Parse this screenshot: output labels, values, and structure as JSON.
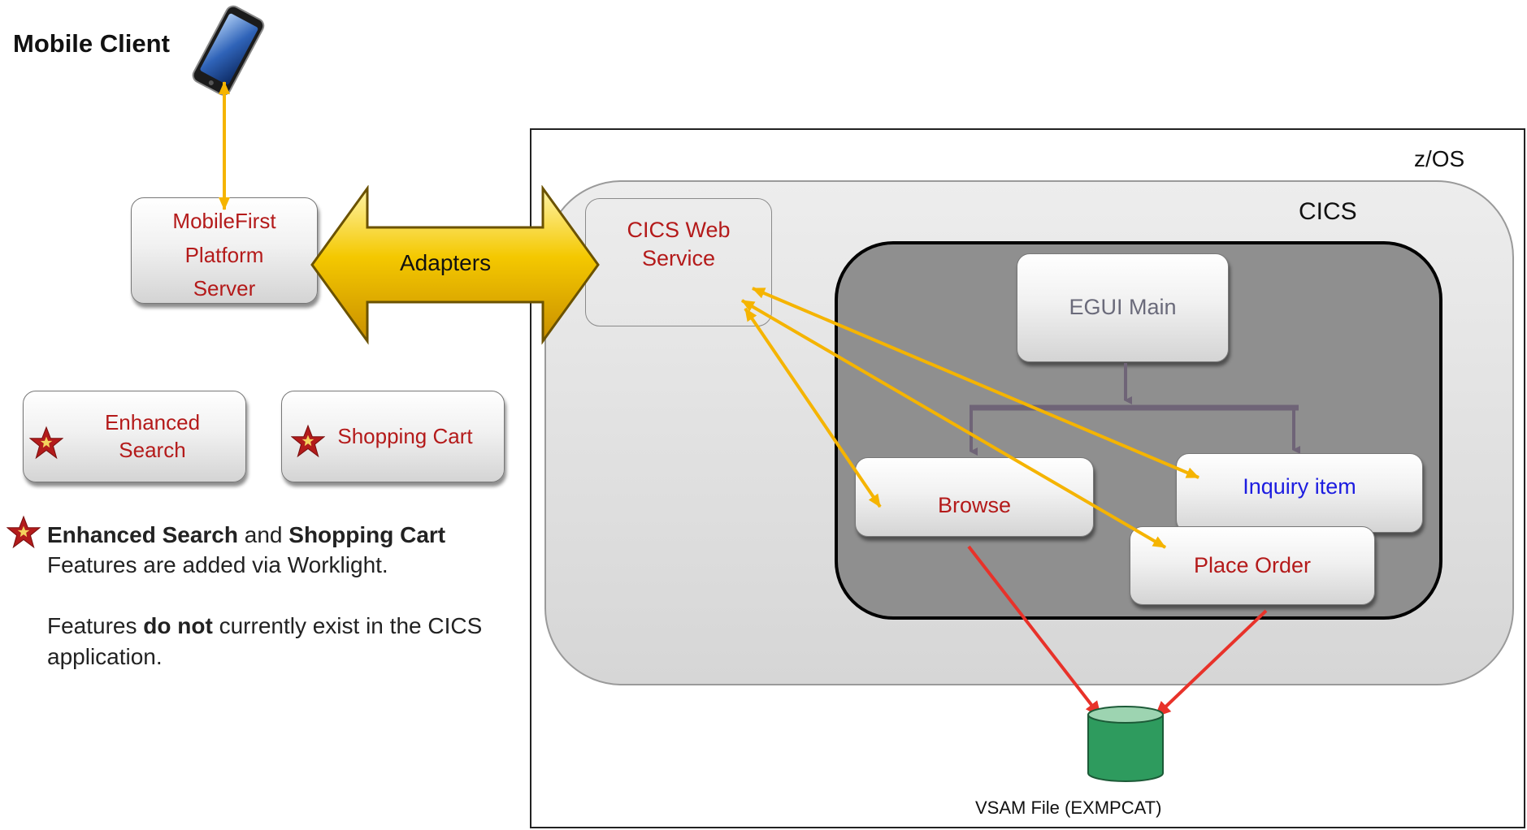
{
  "labels": {
    "mobile_client": "Mobile Client",
    "mobilefirst_server": [
      "MobileFirst",
      "Platform",
      "Server"
    ],
    "adapters": "Adapters",
    "zos": "z/OS",
    "cics": "CICS",
    "cics_web_service": [
      "CICS Web",
      "Service"
    ],
    "egui_main": "EGUI Main",
    "browse": "Browse",
    "inquiry_item": "Inquiry item",
    "place_order": "Place Order",
    "enhanced_search": [
      "Enhanced",
      "Search"
    ],
    "shopping_cart": "Shopping Cart",
    "vsam_file": "VSAM File (EXMPCAT)"
  },
  "note": {
    "line1_bold_a": "Enhanced Search",
    "line1_and": " and ",
    "line1_bold_b": "Shopping Cart",
    "line1_rest": " Features are added via Worklight.",
    "line2_pre": "Features ",
    "line2_bold": "do not",
    "line2_rest": " currently exist in the CICS application."
  },
  "colors": {
    "connector_gold": "#f5b400",
    "connector_red": "#e8322a",
    "tree_grey": "#6f6477",
    "label_red": "#b41a1a",
    "label_blue": "#1c1ce0",
    "db_green": "#2e9b5e",
    "star_red": "#b31b1b"
  },
  "icons": {
    "phone": "smartphone-icon",
    "star": "star-icon",
    "database": "database-cylinder-icon"
  }
}
